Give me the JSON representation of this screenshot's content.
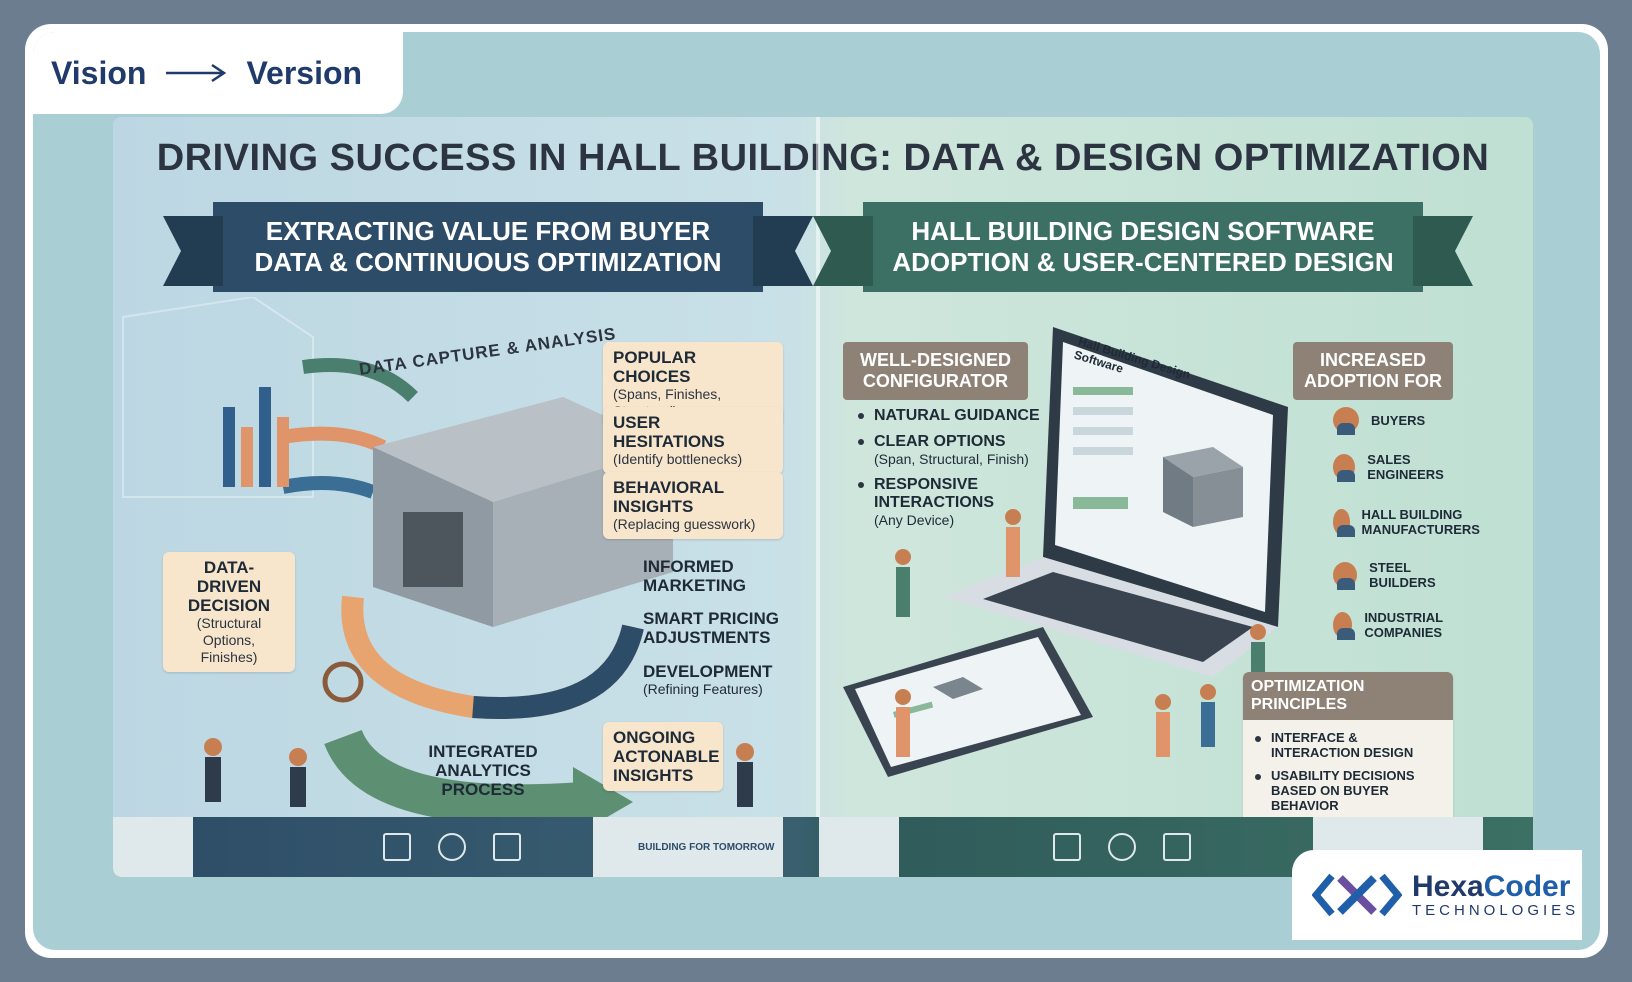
{
  "header": {
    "vision": "Vision",
    "version": "Version"
  },
  "poster": {
    "title": "DRIVING SUCCESS IN HALL BUILDING: DATA & DESIGN OPTIMIZATION",
    "left": {
      "ribbon": "EXTRACTING VALUE FROM BUYER DATA & CONTINUOUS OPTIMIZATION",
      "arc_label": "DATA CAPTURE & ANALYSIS",
      "callouts": [
        {
          "title": "POPULAR CHOICES",
          "sub": "(Spans, Finishes, Structural)"
        },
        {
          "title": "USER HESITATIONS",
          "sub": "(Identify bottlenecks)"
        },
        {
          "title": "BEHAVIORAL INSIGHTS",
          "sub": "(Replacing guesswork)"
        }
      ],
      "decision": {
        "title": "DATA-DRIVEN DECISION",
        "sub": "(Structural Options, Finishes)"
      },
      "outcomes": [
        {
          "title": "INFORMED MARKETING",
          "sub": ""
        },
        {
          "title": "SMART PRICING ADJUSTMENTS",
          "sub": ""
        },
        {
          "title": "DEVELOPMENT",
          "sub": "(Refining Features)"
        }
      ],
      "process": "INTEGRATED ANALYTICS PROCESS",
      "ongoing": "ONGOING ACTONABLE INSIGHTS",
      "footer_text": "BUILDING FOR TOMORROW"
    },
    "right": {
      "ribbon": "HALL BUILDING DESIGN SOFTWARE ADOPTION & USER-CENTERED DESIGN",
      "configurator": "WELL-DESIGNED CONFIGURATOR",
      "bullets": [
        {
          "title": "NATURAL GUIDANCE",
          "sub": ""
        },
        {
          "title": "CLEAR OPTIONS",
          "sub": "(Span, Structural, Finish)"
        },
        {
          "title": "RESPONSIVE INTERACTIONS",
          "sub": "(Any Device)"
        }
      ],
      "laptop_screen_title": "Hall Building Design Software",
      "adoption": "INCREASED ADOPTION FOR",
      "audiences": [
        "BUYERS",
        "SALES ENGINEERS",
        "HALL BUILDING MANUFACTURERS",
        "STEEL BUILDERS",
        "INDUSTRIAL COMPANIES"
      ],
      "optimization": {
        "title": "OPTIMIZATION PRINCIPLES",
        "items": [
          "INTERFACE & INTERACTION DESIGN",
          "USABILITY DECISIONS BASED ON BUYER BEHAVIOR"
        ]
      }
    }
  },
  "logo": {
    "name_a": "Hexa",
    "name_b": "Coder",
    "sub": "TECHNOLOGIES"
  },
  "colors": {
    "navy": "#2d4c67",
    "green": "#3c7064",
    "cream": "#f7e6cc",
    "taupe": "#8e8277",
    "brand": "#1f5ea8"
  }
}
